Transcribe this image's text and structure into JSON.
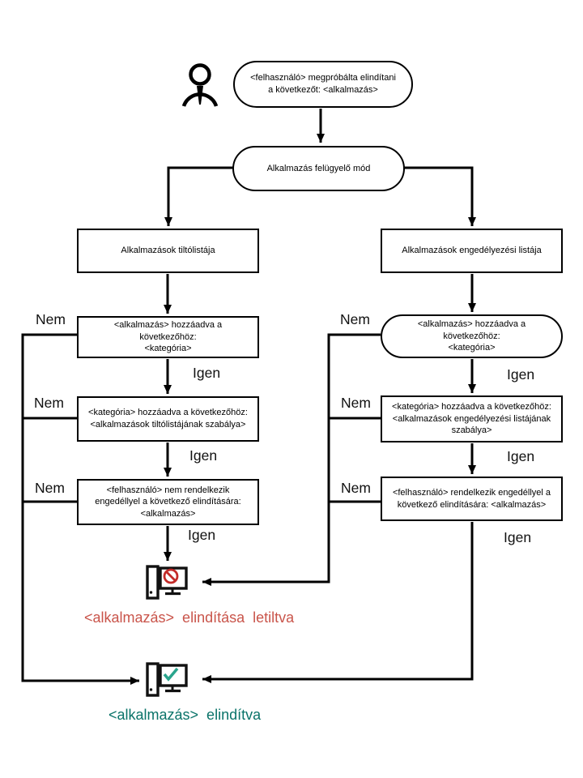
{
  "flow": {
    "start": "<felhasználó> megpróbálta elindítani\na következőt: <alkalmazás>",
    "mode": "Alkalmazás felügyelő mód",
    "labels": {
      "yes": "Igen",
      "no": "Nem"
    },
    "denylist": {
      "title": "Alkalmazások tiltólistája",
      "steps": [
        "<alkalmazás>  hozzáadva a következőhöz:\n<kategória>",
        "<kategória> hozzáadva a következőhöz:\n<alkalmazások tiltólistájának szabálya>",
        "<felhasználó> nem rendelkezik\nengedéllyel a következő elindítására:\n<alkalmazás>"
      ]
    },
    "allowlist": {
      "title": "Alkalmazások engedélyezési listája",
      "steps": [
        "<alkalmazás>  hozzáadva a következőhöz:\n<kategória>",
        "<kategória> hozzáadva a következőhöz:\n<alkalmazások  engedélyezési listájának\nszabálya>",
        "<felhasználó> rendelkezik engedéllyel a\nkövetkező elindítására:  <alkalmazás>"
      ]
    },
    "outcome_blocked": "<alkalmazás> elindítása letiltva",
    "outcome_started": "<alkalmazás> elindítva",
    "icons": {
      "user": "user-icon",
      "blocked_pc": "computer-blocked-icon",
      "started_pc": "computer-ok-icon"
    },
    "colors": {
      "line": "#000000",
      "blocked_sign": "#c32b29",
      "blocked_text": "#c9544a",
      "check": "#2aa58d",
      "started_text": "#0a7369"
    }
  }
}
